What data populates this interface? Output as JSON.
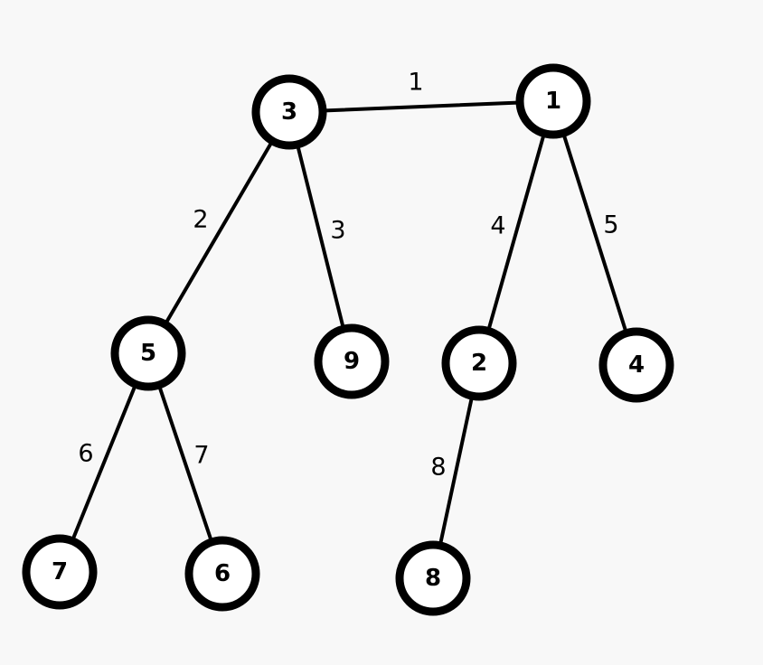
{
  "colors": {
    "background": "#f8f8f8",
    "node_fill": "#ffffff",
    "node_stroke": "#000000",
    "edge": "#000000",
    "text": "#000000"
  },
  "nodes": [
    {
      "id": "n3",
      "label": "3"
    },
    {
      "id": "n1",
      "label": "1"
    },
    {
      "id": "n5",
      "label": "5"
    },
    {
      "id": "n9",
      "label": "9"
    },
    {
      "id": "n2",
      "label": "2"
    },
    {
      "id": "n4",
      "label": "4"
    },
    {
      "id": "n7",
      "label": "7"
    },
    {
      "id": "n6",
      "label": "6"
    },
    {
      "id": "n8",
      "label": "8"
    }
  ],
  "edges": [
    {
      "from": "n3",
      "to": "n1",
      "weight": "1"
    },
    {
      "from": "n3",
      "to": "n5",
      "weight": "2"
    },
    {
      "from": "n3",
      "to": "n9",
      "weight": "3"
    },
    {
      "from": "n1",
      "to": "n2",
      "weight": "4"
    },
    {
      "from": "n1",
      "to": "n4",
      "weight": "5"
    },
    {
      "from": "n5",
      "to": "n7",
      "weight": "6"
    },
    {
      "from": "n5",
      "to": "n6",
      "weight": "7"
    },
    {
      "from": "n2",
      "to": "n8",
      "weight": "8"
    }
  ]
}
